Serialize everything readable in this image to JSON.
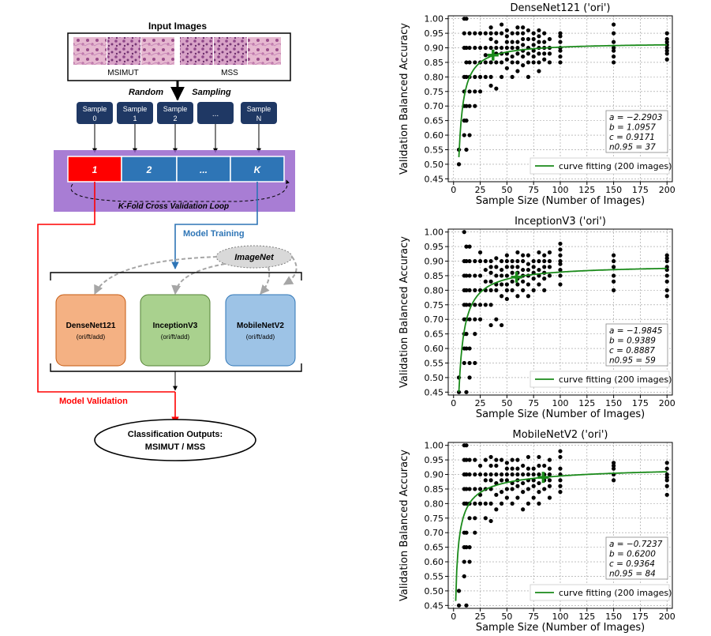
{
  "diagram": {
    "input_title": "Input Images",
    "class_left": "MSIMUT",
    "class_right": "MSS",
    "random": "Random",
    "sampling": "Sampling",
    "samples": [
      {
        "line1": "Sample",
        "line2": "0"
      },
      {
        "line1": "Sample",
        "line2": "1"
      },
      {
        "line1": "Sample",
        "line2": "2"
      },
      {
        "line1": "...",
        "line2": ""
      },
      {
        "line1": "Sample",
        "line2": "N"
      }
    ],
    "folds": [
      "1",
      "2",
      "...",
      "K"
    ],
    "kfold_label": "K-Fold Cross Validation Loop",
    "model_training": "Model Training",
    "imagenet": "ImageNet",
    "models": [
      {
        "name": "DenseNet121",
        "sub": "(ori/ft/add)",
        "color": "#f4b183",
        "border": "#c55a11"
      },
      {
        "name": "InceptionV3",
        "sub": "(ori/ft/add)",
        "color": "#a9d18e",
        "border": "#548235"
      },
      {
        "name": "MobileNetV2",
        "sub": "(ori/ft/add)",
        "color": "#9dc3e6",
        "border": "#2e75b6"
      }
    ],
    "model_validation": "Model Validation",
    "outputs_line1": "Classification Outputs:",
    "outputs_line2": "MSIMUT / MSS",
    "colors": {
      "sample_box": "#1f3864",
      "fold_blue": "#2e75b6",
      "fold_red": "#ff0000",
      "purple_band": "#9966cc",
      "validation_red": "#ff0000",
      "training_blue": "#2e75b6"
    }
  },
  "chart_data": [
    {
      "type": "scatter",
      "title": "DenseNet121 ('ori')",
      "xlabel": "Sample Size (Number of Images)",
      "ylabel": "Validation Balanced Accuracy",
      "xlim": [
        -5,
        205
      ],
      "ylim": [
        0.44,
        1.01
      ],
      "xticks": [
        0,
        25,
        50,
        75,
        100,
        125,
        150,
        175,
        200
      ],
      "yticks": [
        0.45,
        0.5,
        0.55,
        0.6,
        0.65,
        0.7,
        0.75,
        0.8,
        0.85,
        0.9,
        0.95,
        1.0
      ],
      "grid": true,
      "annotation": [
        "a = −2.2903",
        "b = 1.0957",
        "c = 0.9171",
        "n0.95 = 37"
      ],
      "fit": {
        "a": -2.2903,
        "b": 1.0957,
        "c": 0.9171
      },
      "marker": {
        "x": 37,
        "y": 0.875
      },
      "legend": "curve fitting (200 images)",
      "legend_position": "lower-right",
      "points": [
        {
          "x": 5,
          "y": [
            0.5,
            0.55
          ]
        },
        {
          "x": 10,
          "y": [
            0.6,
            0.65,
            0.7,
            0.75,
            0.8,
            0.9,
            0.95,
            1.0
          ]
        },
        {
          "x": 12,
          "y": [
            0.55,
            0.65,
            0.7,
            0.8,
            0.85,
            0.9,
            1.0
          ]
        },
        {
          "x": 15,
          "y": [
            0.6,
            0.7,
            0.75,
            0.8,
            0.85,
            0.9,
            0.95
          ]
        },
        {
          "x": 20,
          "y": [
            0.7,
            0.75,
            0.8,
            0.85,
            0.9,
            0.95
          ]
        },
        {
          "x": 25,
          "y": [
            0.75,
            0.8,
            0.85,
            0.9,
            0.95
          ]
        },
        {
          "x": 30,
          "y": [
            0.8,
            0.85,
            0.875,
            0.9,
            0.95
          ]
        },
        {
          "x": 35,
          "y": [
            0.77,
            0.8,
            0.85,
            0.9,
            0.93,
            0.95,
            0.97
          ]
        },
        {
          "x": 40,
          "y": [
            0.76,
            0.85,
            0.88,
            0.9,
            0.92,
            0.95
          ]
        },
        {
          "x": 45,
          "y": [
            0.8,
            0.85,
            0.88,
            0.9,
            0.95,
            0.98
          ]
        },
        {
          "x": 50,
          "y": [
            0.83,
            0.86,
            0.88,
            0.9,
            0.92,
            0.94,
            0.96
          ]
        },
        {
          "x": 55,
          "y": [
            0.8,
            0.85,
            0.87,
            0.9,
            0.92,
            0.95
          ]
        },
        {
          "x": 60,
          "y": [
            0.82,
            0.85,
            0.88,
            0.9,
            0.92,
            0.95,
            0.97
          ]
        },
        {
          "x": 65,
          "y": [
            0.84,
            0.87,
            0.89,
            0.91,
            0.93,
            0.95,
            0.97
          ]
        },
        {
          "x": 70,
          "y": [
            0.8,
            0.85,
            0.88,
            0.9,
            0.93,
            0.96
          ]
        },
        {
          "x": 75,
          "y": [
            0.85,
            0.87,
            0.89,
            0.91,
            0.93,
            0.95
          ]
        },
        {
          "x": 80,
          "y": [
            0.82,
            0.85,
            0.88,
            0.9,
            0.92,
            0.94,
            0.96
          ]
        },
        {
          "x": 85,
          "y": [
            0.86,
            0.88,
            0.9,
            0.92,
            0.95
          ]
        },
        {
          "x": 90,
          "y": [
            0.85,
            0.88,
            0.9,
            0.93
          ]
        },
        {
          "x": 100,
          "y": [
            0.85,
            0.87,
            0.89,
            0.9,
            0.92,
            0.94,
            0.95
          ]
        },
        {
          "x": 150,
          "y": [
            0.85,
            0.87,
            0.89,
            0.9,
            0.92,
            0.95,
            0.98
          ]
        },
        {
          "x": 200,
          "y": [
            0.86,
            0.88,
            0.89,
            0.9,
            0.91,
            0.92,
            0.93,
            0.95
          ]
        }
      ]
    },
    {
      "type": "scatter",
      "title": "InceptionV3 ('ori')",
      "xlabel": "Sample Size (Number of Images)",
      "ylabel": "Validation Balanced Accuracy",
      "xlim": [
        -5,
        205
      ],
      "ylim": [
        0.44,
        1.01
      ],
      "xticks": [
        0,
        25,
        50,
        75,
        100,
        125,
        150,
        175,
        200
      ],
      "yticks": [
        0.45,
        0.5,
        0.55,
        0.6,
        0.65,
        0.7,
        0.75,
        0.8,
        0.85,
        0.9,
        0.95,
        1.0
      ],
      "grid": true,
      "annotation": [
        "a = −1.9845",
        "b = 0.9389",
        "c = 0.8887",
        "n0.95 = 59"
      ],
      "fit": {
        "a": -1.9845,
        "b": 0.9389,
        "c": 0.8887
      },
      "marker": {
        "x": 59,
        "y": 0.845
      },
      "legend": "curve fitting (200 images)",
      "legend_position": "lower-right",
      "points": [
        {
          "x": 5,
          "y": [
            0.45,
            0.5
          ]
        },
        {
          "x": 10,
          "y": [
            0.55,
            0.6,
            0.65,
            0.7,
            0.75,
            0.8,
            0.85,
            0.9,
            1.0
          ]
        },
        {
          "x": 12,
          "y": [
            0.45,
            0.6,
            0.65,
            0.7,
            0.75,
            0.8,
            0.85,
            0.9,
            0.95
          ]
        },
        {
          "x": 15,
          "y": [
            0.5,
            0.55,
            0.6,
            0.7,
            0.75,
            0.8,
            0.85,
            0.9,
            0.95
          ]
        },
        {
          "x": 20,
          "y": [
            0.55,
            0.65,
            0.7,
            0.75,
            0.8,
            0.85,
            0.9
          ]
        },
        {
          "x": 25,
          "y": [
            0.7,
            0.75,
            0.8,
            0.85,
            0.9,
            0.93
          ]
        },
        {
          "x": 30,
          "y": [
            0.75,
            0.8,
            0.83,
            0.87,
            0.9
          ]
        },
        {
          "x": 35,
          "y": [
            0.68,
            0.75,
            0.8,
            0.83,
            0.86,
            0.88,
            0.9
          ]
        },
        {
          "x": 40,
          "y": [
            0.7,
            0.8,
            0.82,
            0.85,
            0.88,
            0.91
          ]
        },
        {
          "x": 45,
          "y": [
            0.68,
            0.78,
            0.82,
            0.85,
            0.87,
            0.9
          ]
        },
        {
          "x": 50,
          "y": [
            0.77,
            0.8,
            0.82,
            0.85,
            0.88,
            0.9,
            0.92
          ]
        },
        {
          "x": 55,
          "y": [
            0.8,
            0.83,
            0.86,
            0.88,
            0.9
          ]
        },
        {
          "x": 60,
          "y": [
            0.78,
            0.82,
            0.84,
            0.86,
            0.88,
            0.9,
            0.93
          ]
        },
        {
          "x": 65,
          "y": [
            0.8,
            0.83,
            0.85,
            0.87,
            0.9,
            0.92
          ]
        },
        {
          "x": 70,
          "y": [
            0.78,
            0.82,
            0.85,
            0.87,
            0.89,
            0.92
          ]
        },
        {
          "x": 75,
          "y": [
            0.8,
            0.84,
            0.86,
            0.88,
            0.9
          ]
        },
        {
          "x": 80,
          "y": [
            0.82,
            0.85,
            0.87,
            0.9,
            0.93
          ]
        },
        {
          "x": 85,
          "y": [
            0.8,
            0.84,
            0.86,
            0.88,
            0.9,
            0.92
          ]
        },
        {
          "x": 90,
          "y": [
            0.85,
            0.88,
            0.9,
            0.93
          ]
        },
        {
          "x": 100,
          "y": [
            0.82,
            0.85,
            0.87,
            0.89,
            0.9,
            0.92,
            0.94,
            0.96
          ]
        },
        {
          "x": 150,
          "y": [
            0.8,
            0.83,
            0.85,
            0.88,
            0.9,
            0.92
          ]
        },
        {
          "x": 200,
          "y": [
            0.78,
            0.8,
            0.83,
            0.85,
            0.87,
            0.88,
            0.9,
            0.91,
            0.92
          ]
        }
      ]
    },
    {
      "type": "scatter",
      "title": "MobileNetV2 ('ori')",
      "xlabel": "Sample Size (Number of Images)",
      "ylabel": "Validation Balanced Accuracy",
      "xlim": [
        -5,
        205
      ],
      "ylim": [
        0.44,
        1.01
      ],
      "xticks": [
        0,
        25,
        50,
        75,
        100,
        125,
        150,
        175,
        200
      ],
      "yticks": [
        0.45,
        0.5,
        0.55,
        0.6,
        0.65,
        0.7,
        0.75,
        0.8,
        0.85,
        0.9,
        0.95,
        1.0
      ],
      "grid": true,
      "annotation": [
        "a = −0.7237",
        "b = 0.6200",
        "c = 0.9364",
        "n0.95 = 84"
      ],
      "fit": {
        "a": -0.7237,
        "b": 0.62,
        "c": 0.9364
      },
      "marker": {
        "x": 84,
        "y": 0.89
      },
      "legend": "curve fitting (200 images)",
      "legend_position": "lower-right",
      "points": [
        {
          "x": 5,
          "y": [
            0.45,
            0.5
          ]
        },
        {
          "x": 10,
          "y": [
            0.55,
            0.6,
            0.65,
            0.7,
            0.8,
            0.85,
            0.9,
            0.95,
            1.0
          ]
        },
        {
          "x": 12,
          "y": [
            0.45,
            0.65,
            0.7,
            0.8,
            0.85,
            0.9,
            0.95,
            1.0
          ]
        },
        {
          "x": 15,
          "y": [
            0.6,
            0.65,
            0.75,
            0.8,
            0.85,
            0.9,
            0.95
          ]
        },
        {
          "x": 20,
          "y": [
            0.7,
            0.75,
            0.8,
            0.85,
            0.9,
            0.95
          ]
        },
        {
          "x": 25,
          "y": [
            0.8,
            0.83,
            0.85,
            0.9,
            0.93
          ]
        },
        {
          "x": 30,
          "y": [
            0.75,
            0.8,
            0.85,
            0.88,
            0.9,
            0.95
          ]
        },
        {
          "x": 35,
          "y": [
            0.74,
            0.8,
            0.85,
            0.88,
            0.9,
            0.93,
            0.96
          ]
        },
        {
          "x": 40,
          "y": [
            0.78,
            0.83,
            0.87,
            0.9,
            0.93,
            0.95
          ]
        },
        {
          "x": 45,
          "y": [
            0.8,
            0.84,
            0.88,
            0.9,
            0.95
          ]
        },
        {
          "x": 50,
          "y": [
            0.82,
            0.85,
            0.88,
            0.9,
            0.92,
            0.94
          ]
        },
        {
          "x": 55,
          "y": [
            0.8,
            0.85,
            0.87,
            0.9,
            0.92,
            0.95
          ]
        },
        {
          "x": 60,
          "y": [
            0.82,
            0.86,
            0.88,
            0.9,
            0.92,
            0.95
          ]
        },
        {
          "x": 65,
          "y": [
            0.78,
            0.84,
            0.87,
            0.9,
            0.93
          ]
        },
        {
          "x": 70,
          "y": [
            0.8,
            0.85,
            0.88,
            0.9,
            0.92,
            0.96
          ]
        },
        {
          "x": 75,
          "y": [
            0.82,
            0.86,
            0.88,
            0.9,
            0.92
          ]
        },
        {
          "x": 80,
          "y": [
            0.8,
            0.84,
            0.87,
            0.9,
            0.93,
            0.96
          ]
        },
        {
          "x": 85,
          "y": [
            0.85,
            0.88,
            0.9,
            0.93
          ]
        },
        {
          "x": 90,
          "y": [
            0.82,
            0.86,
            0.88,
            0.9,
            0.92,
            0.95
          ]
        },
        {
          "x": 100,
          "y": [
            0.84,
            0.86,
            0.88,
            0.9,
            0.92,
            0.96,
            0.98
          ]
        },
        {
          "x": 150,
          "y": [
            0.88,
            0.9,
            0.92,
            0.93,
            0.94
          ]
        },
        {
          "x": 200,
          "y": [
            0.83,
            0.86,
            0.88,
            0.89,
            0.9,
            0.92,
            0.94
          ]
        }
      ]
    }
  ]
}
